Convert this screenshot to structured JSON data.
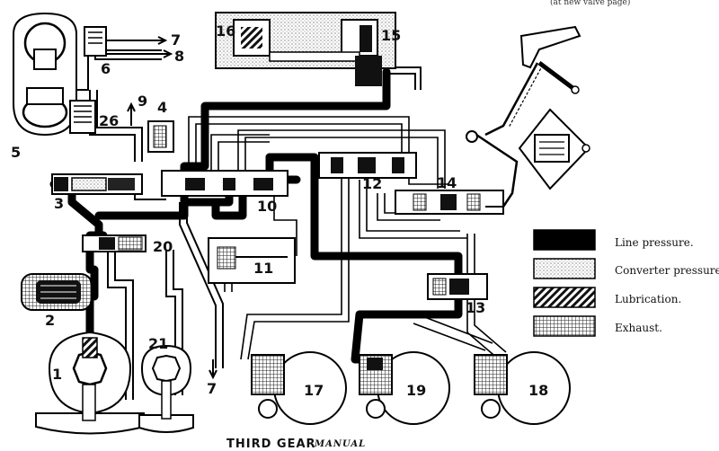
{
  "diagram": {
    "title": "THIRD GEAR",
    "subtitle": "MANUAL",
    "top_note": "(at new valve page)",
    "labels": {
      "n1": "1",
      "n2": "2",
      "n3": "3",
      "n4": "4",
      "n5": "5",
      "n6": "6",
      "n7a": "7",
      "n7b": "7",
      "n8": "8",
      "n9": "9",
      "n10": "10",
      "n11": "11",
      "n12": "12",
      "n13": "13",
      "n14": "14",
      "n15": "15",
      "n16": "16",
      "n17": "17",
      "n18": "18",
      "n19": "19",
      "n20": "20",
      "n21": "21",
      "n26": "26"
    },
    "legend": [
      {
        "label": "Line pressure.",
        "pattern": "solid-black"
      },
      {
        "label": "Converter pressure.",
        "pattern": "stipple"
      },
      {
        "label": "Lubrication.",
        "pattern": "diagonal-hatch"
      },
      {
        "label": "Exhaust.",
        "pattern": "cross-hatch"
      }
    ]
  }
}
